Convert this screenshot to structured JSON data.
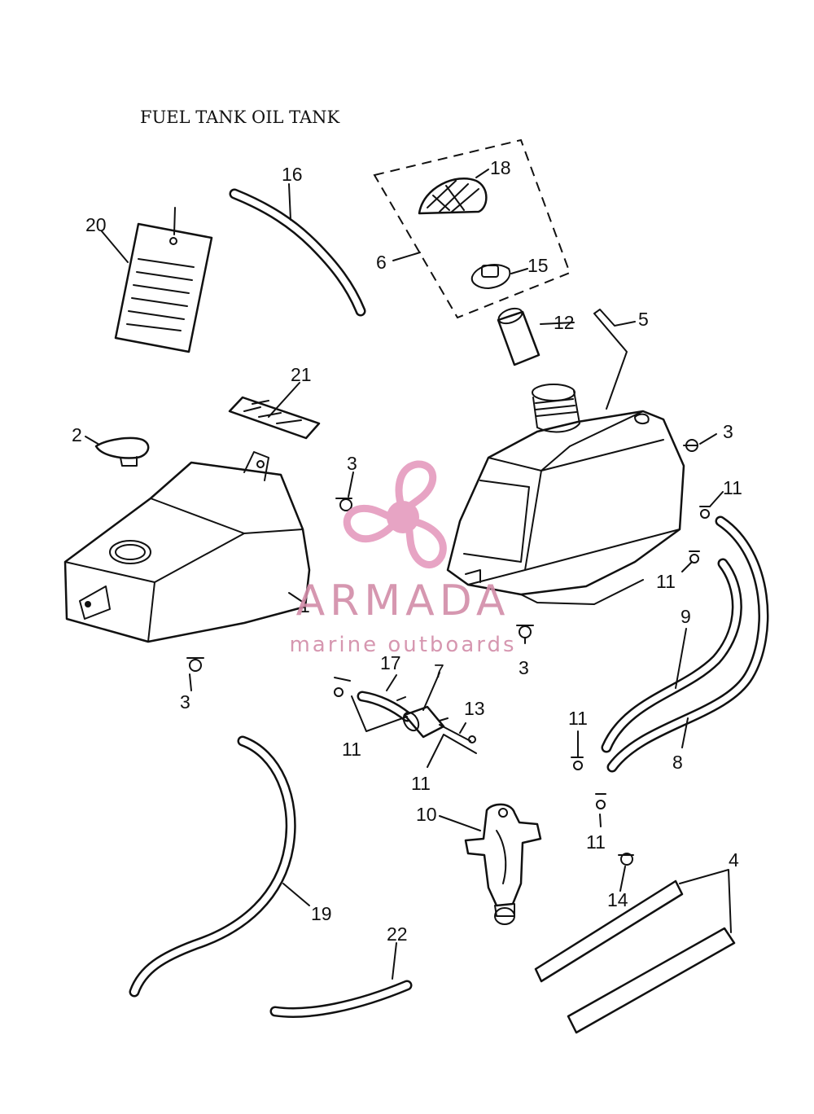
{
  "title": "FUEL TANK    OIL TANK",
  "watermark": {
    "brand": "ARMADA",
    "tagline": "marine outboards",
    "color": "#e59bbe",
    "text_color": "#c98aa6"
  },
  "callouts": [
    "1",
    "2",
    "3",
    "3",
    "3",
    "3",
    "4",
    "5",
    "6",
    "7",
    "8",
    "9",
    "10",
    "11",
    "11",
    "11",
    "11",
    "11",
    "11",
    "12",
    "13",
    "14",
    "15",
    "16",
    "17",
    "18",
    "19",
    "20",
    "21",
    "22"
  ]
}
